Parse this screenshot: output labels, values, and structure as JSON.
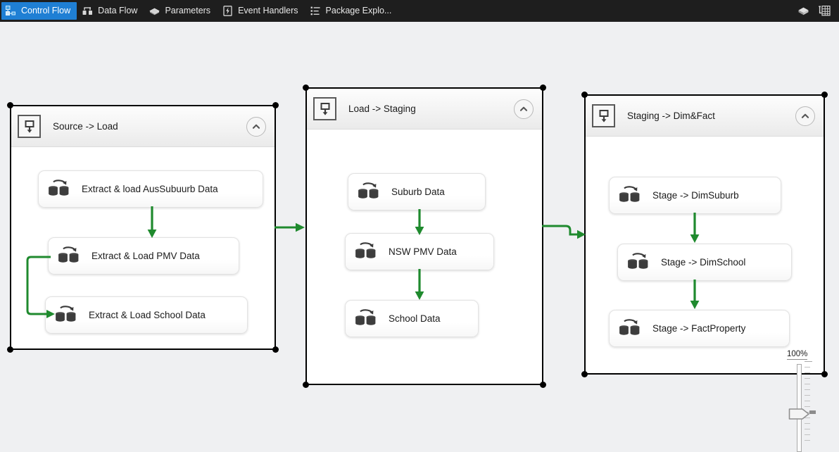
{
  "tabbar": {
    "tabs": [
      {
        "label": "Control Flow",
        "icon": "control-flow-icon",
        "active": true
      },
      {
        "label": "Data Flow",
        "icon": "data-flow-icon",
        "active": false
      },
      {
        "label": "Parameters",
        "icon": "parameters-icon",
        "active": false
      },
      {
        "label": "Event Handlers",
        "icon": "event-handlers-icon",
        "active": false
      },
      {
        "label": "Package Explo...",
        "icon": "package-explorer-icon",
        "active": false
      }
    ],
    "right_icons": [
      {
        "name": "package-box-icon"
      },
      {
        "name": "variables-grid-icon"
      }
    ],
    "active_tab_color": "#1f7fd4",
    "background_color": "#1e1e1e"
  },
  "canvas": {
    "background_color": "#eff0f2",
    "connector_color": "#1f8a2e",
    "containers": [
      {
        "title": "Source -> Load",
        "icon": "sequence-container-icon",
        "collapse_icon": "chevron-up-icon",
        "tasks": [
          {
            "label": "Extract & load AusSubuurb Data",
            "icon": "data-flow-task-icon"
          },
          {
            "label": "Extract & Load PMV Data",
            "icon": "data-flow-task-icon"
          },
          {
            "label": "Extract & Load School Data",
            "icon": "data-flow-task-icon"
          }
        ]
      },
      {
        "title": "Load -> Staging",
        "icon": "sequence-container-icon",
        "collapse_icon": "chevron-up-icon",
        "tasks": [
          {
            "label": "Suburb Data",
            "icon": "data-flow-task-icon"
          },
          {
            "label": "NSW PMV Data",
            "icon": "data-flow-task-icon"
          },
          {
            "label": "School Data",
            "icon": "data-flow-task-icon"
          }
        ]
      },
      {
        "title": "Staging -> Dim&Fact",
        "icon": "sequence-container-icon",
        "collapse_icon": "chevron-up-icon",
        "tasks": [
          {
            "label": "Stage -> DimSuburb",
            "icon": "data-flow-task-icon"
          },
          {
            "label": "Stage -> DimSchool",
            "icon": "data-flow-task-icon"
          },
          {
            "label": "Stage -> FactProperty",
            "icon": "data-flow-task-icon"
          }
        ]
      }
    ]
  },
  "zoom_control": {
    "percent_label": "100%",
    "thumb_name": "zoom-slider-thumb"
  }
}
